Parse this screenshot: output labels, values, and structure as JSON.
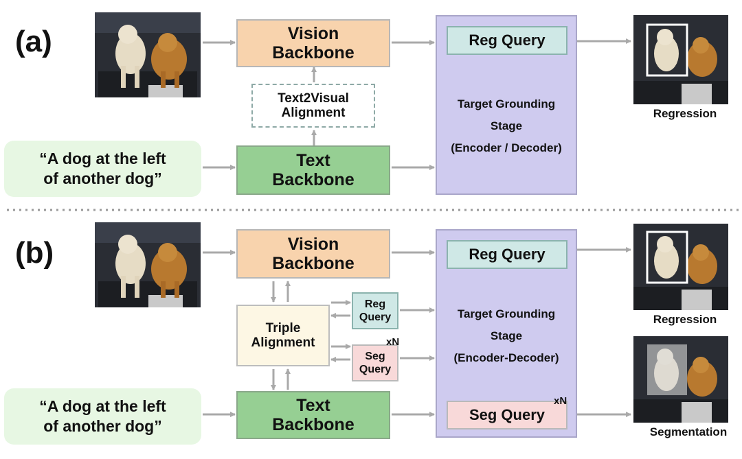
{
  "panel_a": {
    "label": "(a)",
    "vision_backbone": "Vision\nBackbone",
    "alignment": "Text2Visual\nAlignment",
    "caption": "“A dog at the left\nof another dog”",
    "text_backbone": "Text\nBackbone",
    "stage": [
      "Target Grounding",
      "Stage",
      "(Encoder / Decoder)"
    ],
    "reg_query": "Reg Query",
    "output_label": "Regression"
  },
  "panel_b": {
    "label": "(b)",
    "vision_backbone": "Vision\nBackbone",
    "triple_alignment": "Triple\nAlignment",
    "small_reg_query": "Reg\nQuery",
    "small_seg_query": "Seg\nQuery",
    "small_seg_multiplier": "xN",
    "caption": "“A dog at the left\nof another dog”",
    "text_backbone": "Text\nBackbone",
    "stage": [
      "Target Grounding",
      "Stage",
      "(Encoder-Decoder)"
    ],
    "reg_query": "Reg Query",
    "seg_query": "Seg Query",
    "seg_multiplier": "xN",
    "output_regression": "Regression",
    "output_segmentation": "Segmentation"
  },
  "colors": {
    "vision_backbone": "#f8d3ad",
    "text_backbone": "#96cf93",
    "grounding_stage": "#cfcbef",
    "reg_query": "#cfe8e6",
    "seg_query": "#f8d9d9",
    "triple_alignment": "#fdf7e4",
    "caption": "#e7f7e3",
    "arrow": "#a9a9a9"
  }
}
